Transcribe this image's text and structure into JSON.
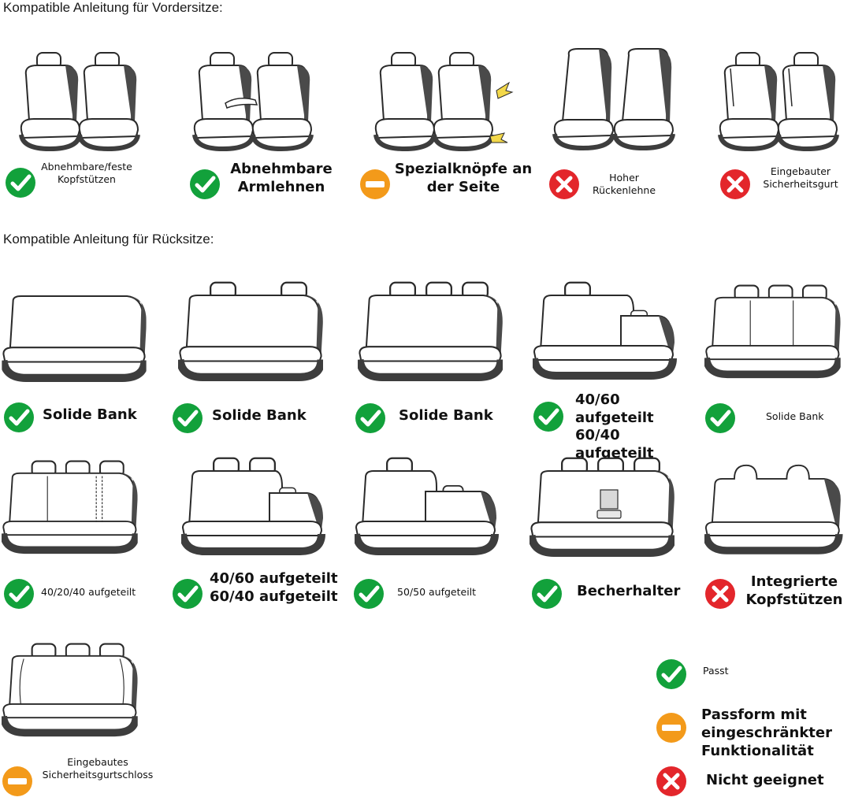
{
  "headings": {
    "front": "Kompatible Anleitung für Vordersitze:",
    "rear": "Kompatible Anleitung für Rücksitze:"
  },
  "colors": {
    "check": "#12a13b",
    "limited": "#f39a1a",
    "cross": "#e3262b",
    "seat_outline": "#2a2a2a",
    "seat_dark": "#4a4a4a"
  },
  "front_items": [
    {
      "status": "check-icon",
      "line1": "Abnehmbare/feste",
      "line2": "Kopfstützen"
    },
    {
      "status": "check-icon",
      "line1": "Abnehmbare",
      "line2": "Armlehnen"
    },
    {
      "status": "limited-icon",
      "line1": "Spezialknöpfe an",
      "line2": "der Seite"
    },
    {
      "status": "cross-icon",
      "line1": "Hoher",
      "line2": "Rückenlehne"
    },
    {
      "status": "cross-icon",
      "line1": "Eingebauter",
      "line2": "Sicherheitsgurt"
    }
  ],
  "rear_row1": [
    {
      "status": "check-icon",
      "line1": "Solide Bank"
    },
    {
      "status": "check-icon",
      "line1": "Solide Bank"
    },
    {
      "status": "check-icon",
      "line1": "Solide Bank"
    },
    {
      "status": "check-icon",
      "line1": "40/60 aufgeteilt",
      "line2": "60/40 aufgeteilt"
    },
    {
      "status": "check-icon",
      "line1": "Solide Bank"
    }
  ],
  "rear_row2": [
    {
      "status": "check-icon",
      "line1": "40/20/40 aufgeteilt"
    },
    {
      "status": "check-icon",
      "line1": "40/60 aufgeteilt",
      "line2": "60/40 aufgeteilt"
    },
    {
      "status": "check-icon",
      "line1": "50/50 aufgeteilt"
    },
    {
      "status": "check-icon",
      "line1": "Becherhalter"
    },
    {
      "status": "cross-icon",
      "line1": "Integrierte",
      "line2": "Kopfstützen"
    }
  ],
  "rear_row3": [
    {
      "status": "limited-icon",
      "line1": "Eingebautes",
      "line2": "Sicherheitsgurtschloss"
    }
  ],
  "legend": {
    "pass": "Passt",
    "limited_1": "Passform mit",
    "limited_2": "eingeschränkter",
    "limited_3": "Funktionalität",
    "unsuitable": "Nicht geeignet"
  }
}
